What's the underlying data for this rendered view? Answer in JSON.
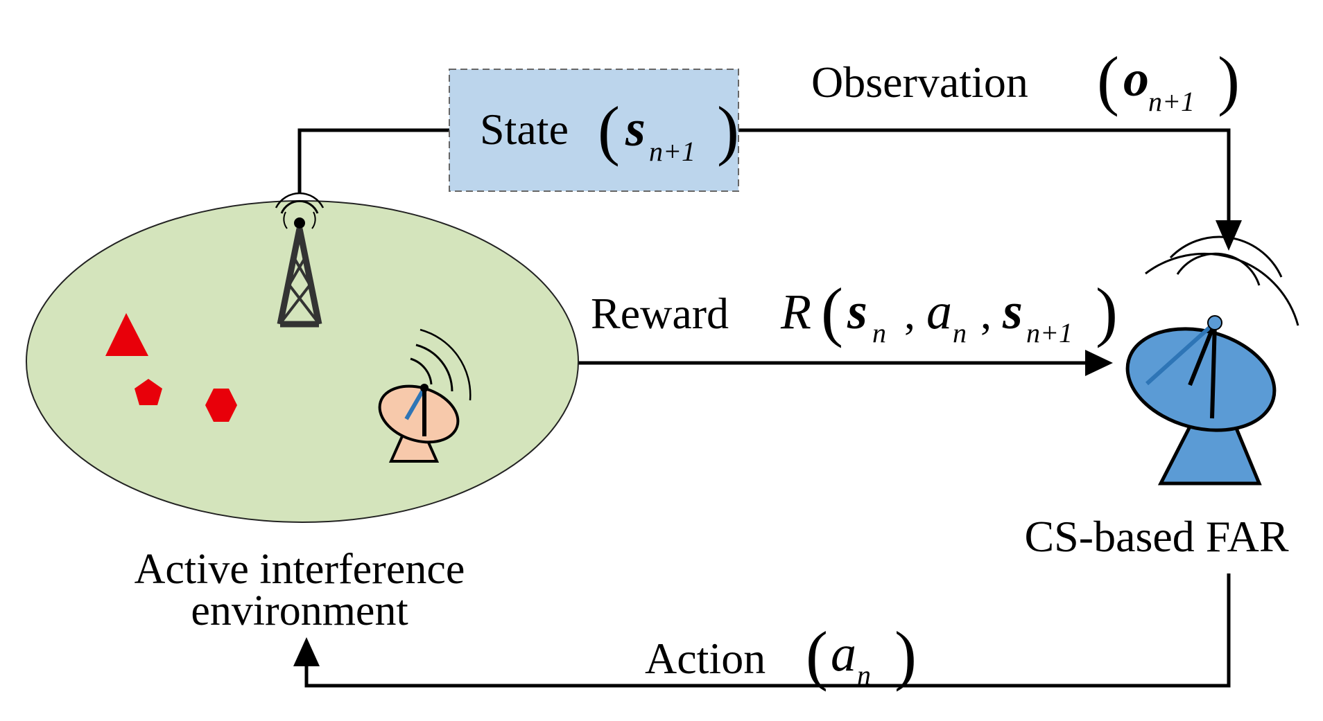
{
  "labels": {
    "state_word": "State",
    "state_symbol": "s",
    "state_subscript": "n+1",
    "observation_word": "Observation",
    "observation_symbol": "o",
    "observation_subscript": "n+1",
    "reward_word": "Reward",
    "reward_function": "R",
    "reward_s": "s",
    "reward_s_sub": "n",
    "reward_a": "a",
    "reward_a_sub": "n",
    "reward_s2": "s",
    "reward_s2_sub": "n+1",
    "action_word": "Action",
    "action_symbol": "a",
    "action_subscript": "n",
    "environment_line1": "Active interference",
    "environment_line2": "environment",
    "radar_label": "CS-based FAR"
  },
  "colors": {
    "environment_fill": "#d4e4bc",
    "state_box_fill": "#bcd5ec",
    "target_red": "#e8000a",
    "radar_blue": "#5b9bd5",
    "jammer_dish": "#f7c9ab",
    "beam_blue": "#2e75b6",
    "line": "#000000"
  }
}
